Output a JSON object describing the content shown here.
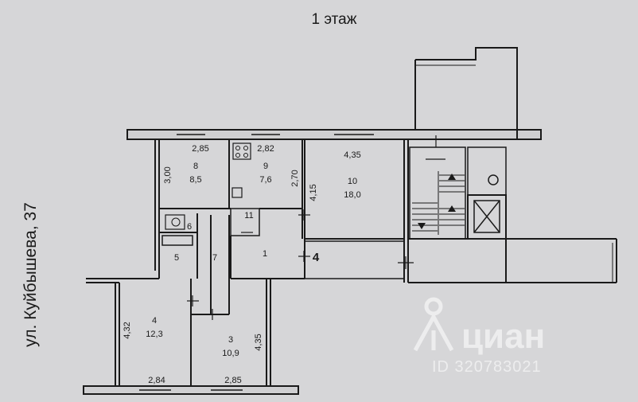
{
  "floor_title": "1 этаж",
  "street_label": "ул. Куйбышева, 37",
  "corridor_number": "4",
  "rooms": [
    {
      "id": "8",
      "number": "8",
      "area": "8,5"
    },
    {
      "id": "9",
      "number": "9",
      "area": "7,6"
    },
    {
      "id": "10",
      "number": "10",
      "area": "18,0"
    },
    {
      "id": "11",
      "number": "11",
      "area": ""
    },
    {
      "id": "6",
      "number": "6",
      "area": ""
    },
    {
      "id": "5",
      "number": "5",
      "area": ""
    },
    {
      "id": "7",
      "number": "7",
      "area": ""
    },
    {
      "id": "1",
      "number": "1",
      "area": ""
    },
    {
      "id": "4",
      "number": "4",
      "area": "12,3"
    },
    {
      "id": "3",
      "number": "3",
      "area": "10,9"
    }
  ],
  "dimensions": {
    "d_285_top": "2,85",
    "d_282_top": "2,82",
    "d_435_top": "4,35",
    "d_300": "3,00",
    "d_270": "2,70",
    "d_415": "4,15",
    "d_432": "4,32",
    "d_435_right": "4,35",
    "d_284_bottom": "2,84",
    "d_285_bottom": "2,85"
  },
  "watermark": {
    "brand": "циан",
    "id_text": "ID 320783021"
  },
  "colors": {
    "background": "#d6d6d8",
    "wall": "#1a1a1a",
    "watermark": "#f2f2f2"
  }
}
